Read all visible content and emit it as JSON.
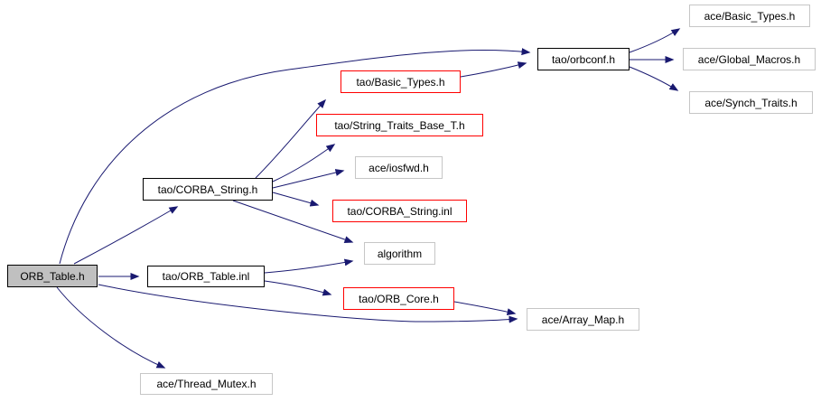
{
  "graph": {
    "title": "Include dependency graph for ORB_Table.h",
    "type": "include-dependency-graph",
    "colors": {
      "edge": "#191970",
      "root_fill": "#c0c0c0",
      "truncated_border": "#ff0000",
      "leaf_border": "#c6c6c6",
      "expanded_border": "#000000",
      "text": "#000000",
      "background": "#ffffff"
    },
    "nodes": [
      {
        "id": "orb-table-h",
        "label": "ORB_Table.h",
        "style": "root"
      },
      {
        "id": "corba-string-h",
        "label": "tao/CORBA_String.h",
        "style": "black"
      },
      {
        "id": "orb-table-inl",
        "label": "tao/ORB_Table.inl",
        "style": "black"
      },
      {
        "id": "thread-mutex-h",
        "label": "ace/Thread_Mutex.h",
        "style": "gray"
      },
      {
        "id": "tao-basic-types-h",
        "label": "tao/Basic_Types.h",
        "style": "red"
      },
      {
        "id": "string-traits-h",
        "label": "tao/String_Traits_Base_T.h",
        "style": "red"
      },
      {
        "id": "iosfwd-h",
        "label": "ace/iosfwd.h",
        "style": "gray"
      },
      {
        "id": "corba-string-inl",
        "label": "tao/CORBA_String.inl",
        "style": "red"
      },
      {
        "id": "algorithm",
        "label": "algorithm",
        "style": "gray"
      },
      {
        "id": "orb-core-h",
        "label": "tao/ORB_Core.h",
        "style": "red"
      },
      {
        "id": "array-map-h",
        "label": "ace/Array_Map.h",
        "style": "gray"
      },
      {
        "id": "orbconf-h",
        "label": "tao/orbconf.h",
        "style": "black"
      },
      {
        "id": "ace-basic-types-h",
        "label": "ace/Basic_Types.h",
        "style": "gray"
      },
      {
        "id": "global-macros-h",
        "label": "ace/Global_Macros.h",
        "style": "gray"
      },
      {
        "id": "synch-traits-h",
        "label": "ace/Synch_Traits.h",
        "style": "gray"
      }
    ],
    "edges": [
      {
        "from": "ORB_Table.h",
        "to": "tao/orbconf.h"
      },
      {
        "from": "ORB_Table.h",
        "to": "tao/CORBA_String.h"
      },
      {
        "from": "ORB_Table.h",
        "to": "tao/ORB_Table.inl"
      },
      {
        "from": "ORB_Table.h",
        "to": "ace/Array_Map.h"
      },
      {
        "from": "ORB_Table.h",
        "to": "ace/Thread_Mutex.h"
      },
      {
        "from": "tao/CORBA_String.h",
        "to": "tao/Basic_Types.h"
      },
      {
        "from": "tao/CORBA_String.h",
        "to": "tao/String_Traits_Base_T.h"
      },
      {
        "from": "tao/CORBA_String.h",
        "to": "ace/iosfwd.h"
      },
      {
        "from": "tao/CORBA_String.h",
        "to": "tao/CORBA_String.inl"
      },
      {
        "from": "tao/CORBA_String.h",
        "to": "algorithm"
      },
      {
        "from": "tao/Basic_Types.h",
        "to": "tao/orbconf.h"
      },
      {
        "from": "tao/ORB_Table.inl",
        "to": "algorithm"
      },
      {
        "from": "tao/ORB_Table.inl",
        "to": "tao/ORB_Core.h"
      },
      {
        "from": "tao/ORB_Core.h",
        "to": "ace/Array_Map.h"
      },
      {
        "from": "tao/orbconf.h",
        "to": "ace/Basic_Types.h"
      },
      {
        "from": "tao/orbconf.h",
        "to": "ace/Global_Macros.h"
      },
      {
        "from": "tao/orbconf.h",
        "to": "ace/Synch_Traits.h"
      }
    ]
  }
}
